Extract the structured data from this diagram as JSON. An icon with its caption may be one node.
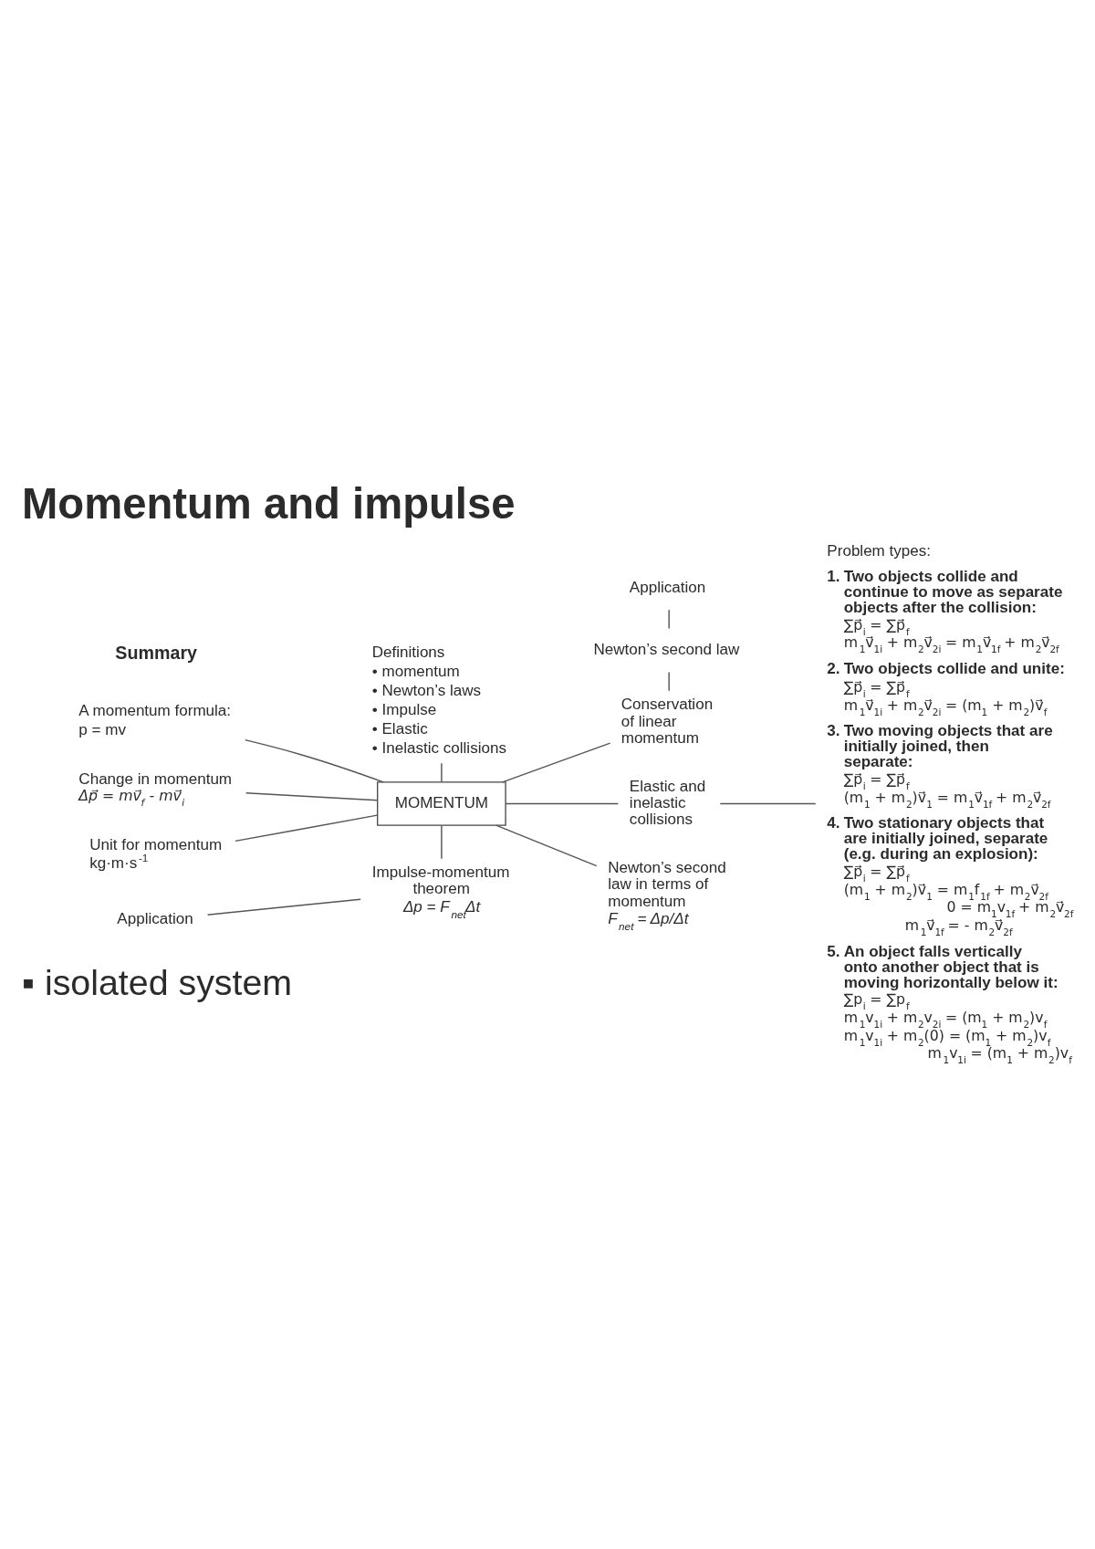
{
  "diagram": {
    "title": "Momentum and impulse",
    "nodes": [
      {
        "text": [
          "Application"
        ]
      },
      {
        "text": [
          "Problem types:",
          "1.",
          "Two objects collide and continue to move as separate objects after the collision:",
          "∑p⃗$_{i}$ = ∑p⃗$_{f}$",
          "m$_{1}$v⃗$_{1i}$ + m$_{2}$v⃗$_{2i}$ = m$_{1}$v⃗$_{1f}$ + m$_{2}$v⃗$_{2f}$",
          "2.",
          "Two objects collide and unite:",
          "∑p⃗$_{i}$ = ∑p⃗$_{f}$",
          "m$_{1}$v⃗$_{1i}$ + m$_{2}$v⃗$_{2i}$ = (m$_{1}$ + m$_{2}$)v⃗$_{f}$",
          "3.",
          "Two moving objects that are initially joined, then separate:",
          "∑p⃗$_{i}$ = ∑p⃗$_{f}$",
          "(m$_{1}$ + m$_{2}$)v⃗$_{1}$ = m$_{1}$v⃗$_{1f}$ + m$_{2}$v⃗$_{2f}$",
          "4.",
          "Two stationary objects that are initially joined, separate (e.g. during an explosion):",
          "∑p⃗$_{i}$ = ∑p⃗$_{f}$",
          "(m$_{1}$ + m$_{2}$)v⃗$_{1}$ = m$_{1}$f$_{1f}$ + m$_{2}$v⃗$_{2f}$",
          "0 = m$_{1}$v$_{1f}$ + m$_{2}$v⃗$_{2f}$",
          "m$_{1}$v⃗$_{1f}$ = - m$_{2}$v⃗$_{2f}$",
          "5.",
          "An object falls vertically onto another object that is moving horizontally below it:",
          "∑p$_{i}$ = ∑p$_{f}$",
          "m$_{1}$v$_{1i}$ + m$_{2}$v$_{2i}$ = (m$_{1}$ + m$_{2}$)v$_{f}$",
          "m$_{1}$v$_{1i}$ + m$_{2}$(0) = (m$_{1}$ + m$_{2}$)v$_{f}$",
          "m$_{1}$v$_{1i}$ = (m$_{1}$ + m$_{2}$)v$_{f}$"
        ]
      },
      {
        "text": [
          "Definitions",
          "• momentum",
          "• Newton’s laws",
          "• Impulse",
          "• Elastic",
          "• Inelastic collisions"
        ]
      },
      {
        "text": [
          "Newton’s second law"
        ]
      },
      {
        "text": [
          "Conservation of linear momentum"
        ]
      },
      {
        "text": [
          "A momentum formula:",
          "p = mv"
        ]
      },
      {
        "text": [
          "Elastic and inelastic collisions"
        ]
      },
      {
        "text": [
          "Change in momentum",
          "Δp⃗ = mv⃗$_{f}$ - mv⃗$_{i}$"
        ]
      },
      {
        "text": [
          "MOMENTUM"
        ]
      },
      {
        "text": [
          "Unit for momentum",
          "kg·m·s$^{-1}$"
        ]
      },
      {
        "text": [
          "Newton’s second law in terms of momentum",
          "F$_{net}$ = Δp/Δt"
        ]
      },
      {
        "text": [
          "Application"
        ]
      },
      {
        "text": [
          "Impulse-momentum theorem",
          "Δp = F$_{net}$Δt"
        ]
      }
    ],
    "edges": [
      {
        "from": 0,
        "to": 3,
        "arrow": "none"
      },
      {
        "from": 3,
        "to": 4,
        "arrow": "none"
      },
      {
        "from": 2,
        "to": 8,
        "arrow": "none"
      },
      {
        "from": 5,
        "to": 8,
        "arrow": "none"
      },
      {
        "from": 8,
        "to": 4,
        "arrow": "none"
      },
      {
        "from": 8,
        "to": 6,
        "arrow": "none"
      },
      {
        "from": 6,
        "to": 1,
        "arrow": "none"
      },
      {
        "from": 7,
        "to": 8,
        "arrow": "none"
      },
      {
        "from": 9,
        "to": 8,
        "arrow": "none"
      },
      {
        "from": 8,
        "to": 12,
        "arrow": "none"
      },
      {
        "from": 8,
        "to": 10,
        "arrow": "none"
      },
      {
        "from": 11,
        "to": 12,
        "arrow": "none"
      }
    ],
    "labels": [
      "Summary",
      "▪ isolated system"
    ]
  }
}
